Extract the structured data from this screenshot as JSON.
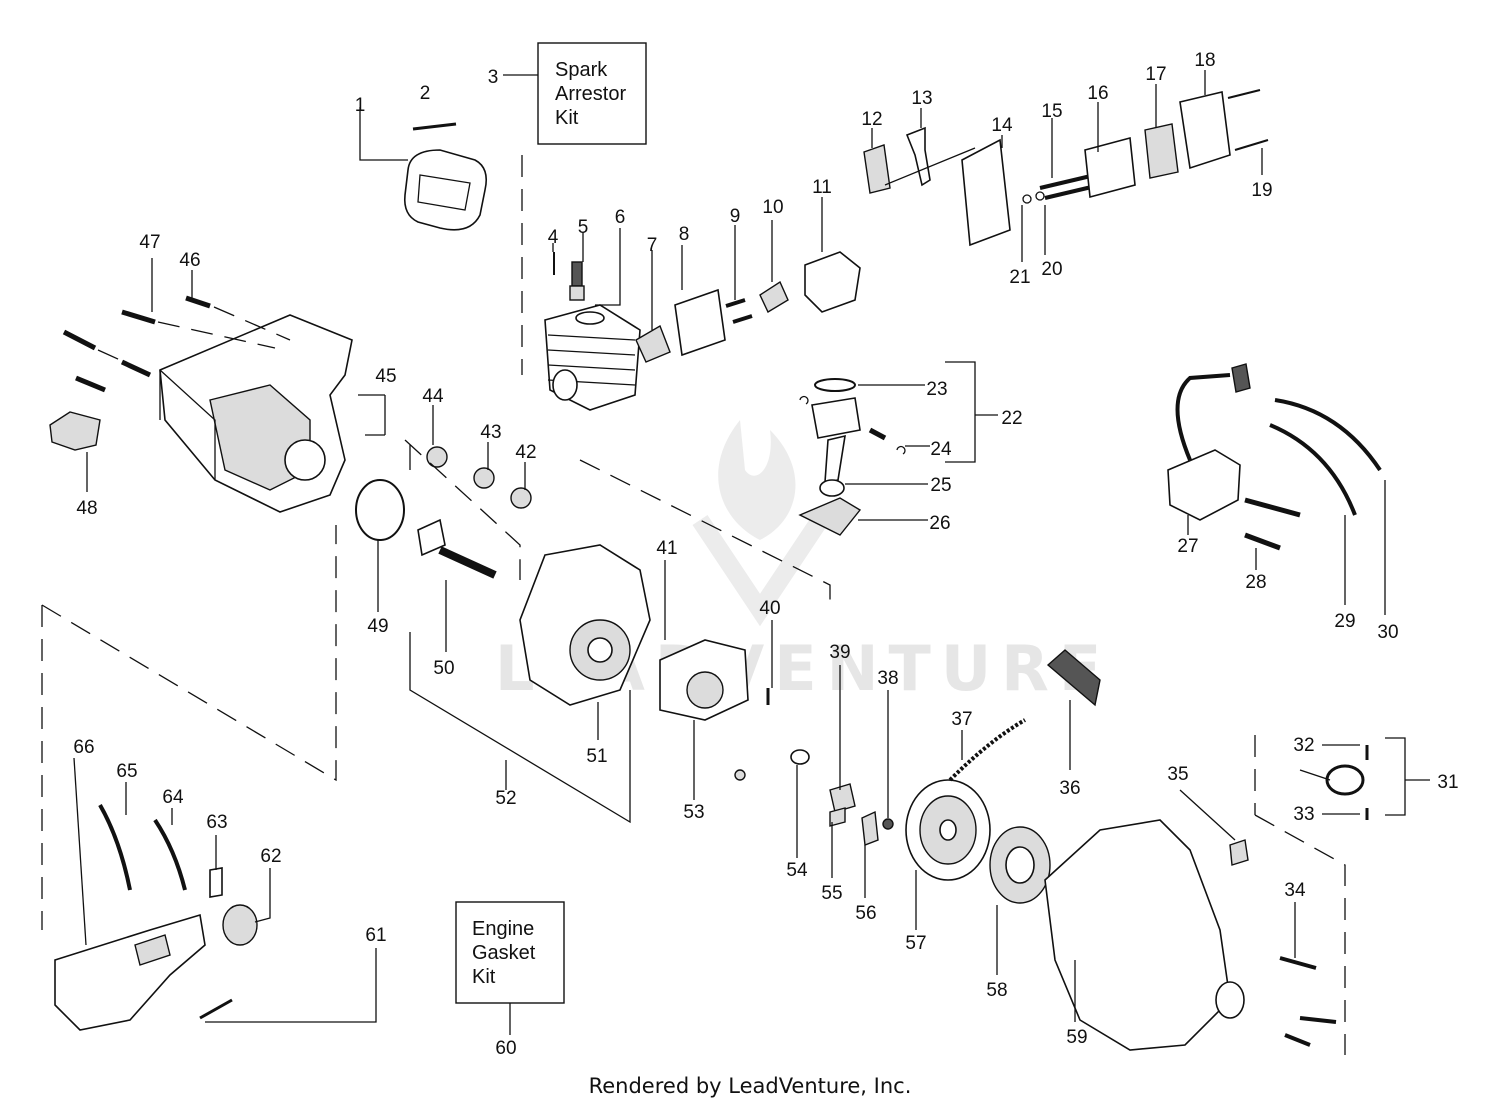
{
  "watermark": "LEADVENTURE",
  "footer": "Rendered by LeadVenture, Inc.",
  "kit_boxes": {
    "spark_arrestor": [
      "Spark",
      "Arrestor",
      "Kit"
    ],
    "engine_gasket": [
      "Engine",
      "Gasket",
      "Kit"
    ]
  },
  "labels": [
    "1",
    "2",
    "3",
    "4",
    "5",
    "6",
    "7",
    "8",
    "9",
    "10",
    "11",
    "12",
    "13",
    "14",
    "15",
    "16",
    "17",
    "18",
    "19",
    "20",
    "21",
    "22",
    "23",
    "24",
    "25",
    "26",
    "27",
    "28",
    "29",
    "30",
    "31",
    "32",
    "33",
    "34",
    "35",
    "36",
    "37",
    "38",
    "39",
    "40",
    "41",
    "42",
    "43",
    "44",
    "45",
    "46",
    "47",
    "48",
    "49",
    "50",
    "51",
    "52",
    "53",
    "54",
    "55",
    "56",
    "57",
    "58",
    "59",
    "60",
    "61",
    "62",
    "63",
    "64",
    "65",
    "66"
  ]
}
